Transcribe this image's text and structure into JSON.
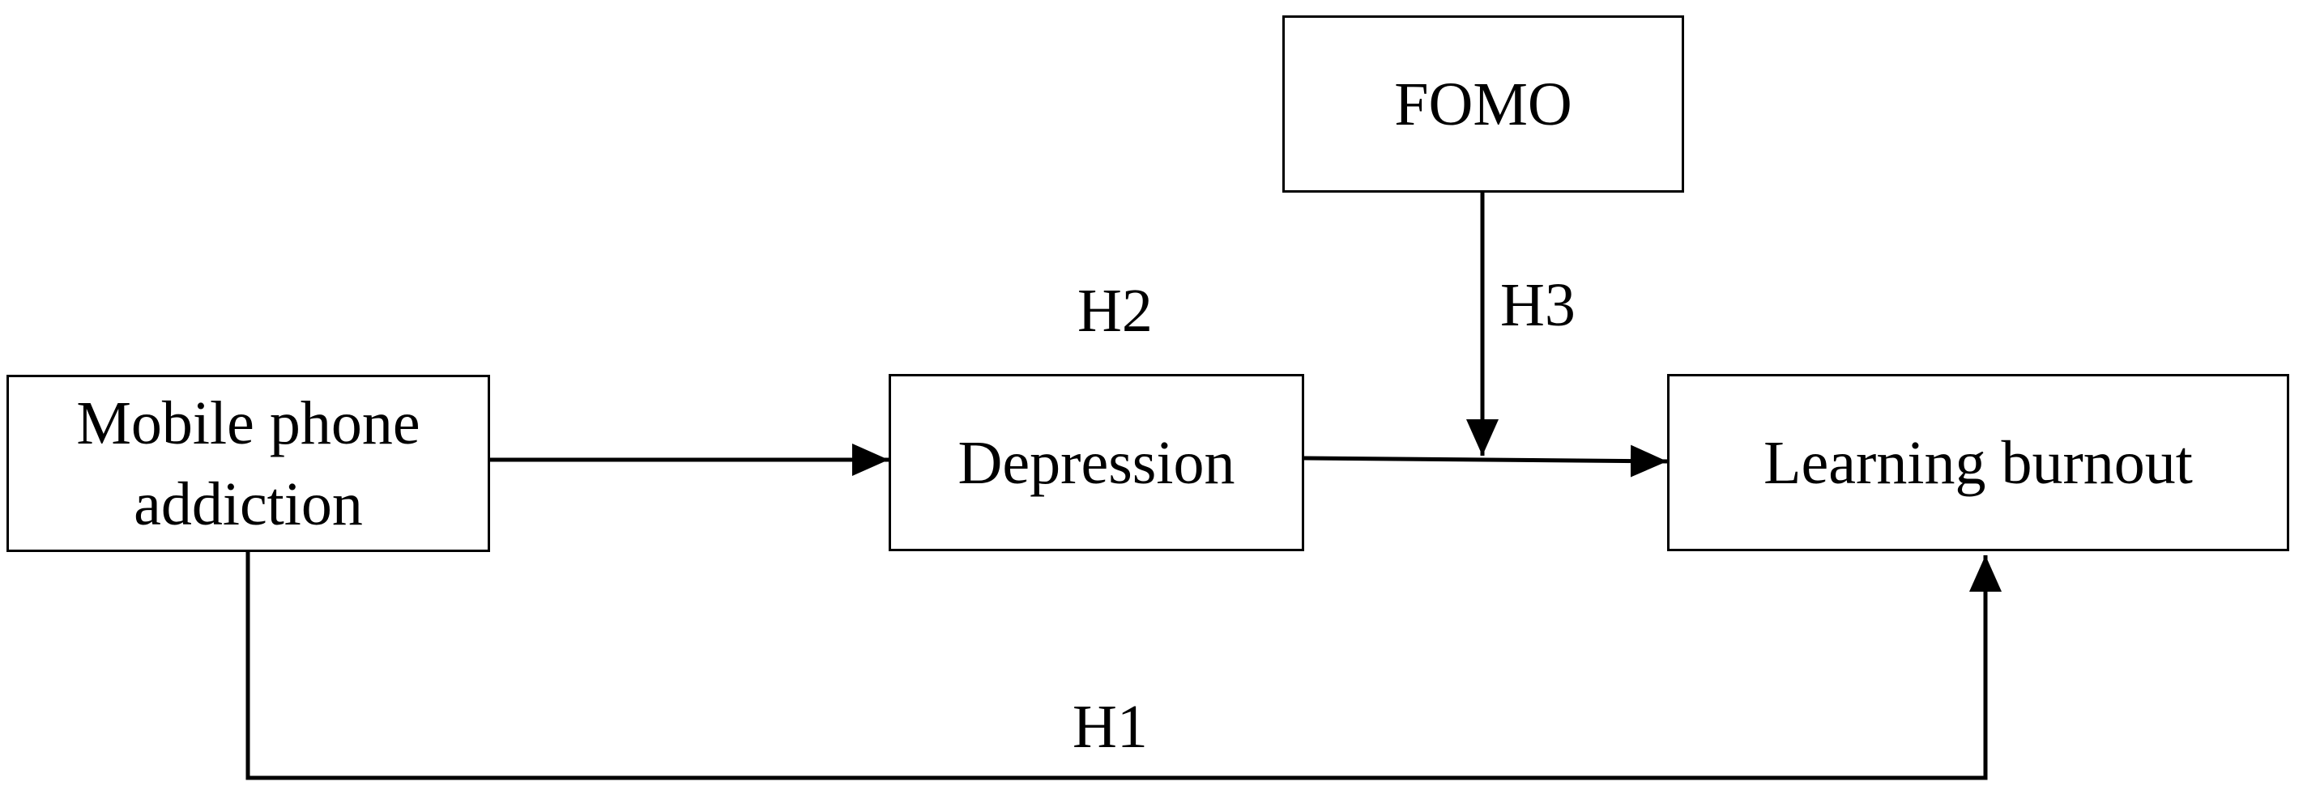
{
  "nodes": {
    "mobile_phone_addiction": "Mobile phone addiction",
    "depression": "Depression",
    "fomo": "FOMO",
    "learning_burnout": "Learning burnout"
  },
  "paths": {
    "h1": "H1",
    "h2": "H2",
    "h3": "H3"
  }
}
